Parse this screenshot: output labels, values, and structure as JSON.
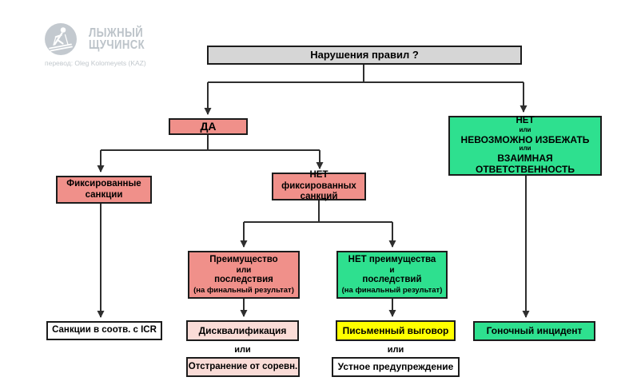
{
  "watermark": {
    "brand_line1": "ЛЫЖНЫЙ",
    "brand_line2": "ЩУЧИНСК",
    "credit": "перевод: Oleg Kolomeyets (KAZ)"
  },
  "colors": {
    "question_fill": "#d6d6d6",
    "yes_fill": "#f0908a",
    "pale_pink_fill": "#fadcd7",
    "green_fill": "#2ee08f",
    "yellow_fill": "#ffff00",
    "white_fill": "#ffffff",
    "border": "#1c1c1c",
    "line": "#2e2e2e",
    "watermark_gray": "#c3c9cf"
  },
  "flowchart": {
    "root": {
      "label": "Нарушения правил ?"
    },
    "yes": {
      "label": "ДА"
    },
    "no": {
      "lines": [
        "НЕТ",
        "или",
        "НЕВОЗМОЖНО ИЗБЕЖАТЬ",
        "или",
        "ВЗАИМНАЯ ОТВЕТСТВЕННОСТЬ"
      ]
    },
    "fixed_sanctions": {
      "lines": [
        "Фиксированные",
        "санкции"
      ]
    },
    "no_fixed_sanctions": {
      "lines": [
        "НЕТ фиксированных",
        "санкций"
      ]
    },
    "advantage": {
      "lines": [
        "Преимущество",
        "или",
        "последствия",
        "(на финальный результат)"
      ]
    },
    "no_advantage": {
      "lines": [
        "НЕТ преимущества",
        "и",
        "последствий",
        "(на финальный результат)"
      ]
    },
    "icr_sanctions": {
      "label": "Санкции в соотв. с ICR"
    },
    "disqualification": {
      "label": "Дисквалификация"
    },
    "or_left": "или",
    "suspension": {
      "label": "Отстранение от соревн."
    },
    "written_reprimand": {
      "label": "Письменный выговор"
    },
    "or_right": "или",
    "verbal_warning": {
      "label": "Устное предупреждение"
    },
    "racing_incident": {
      "label": "Гоночный инцидент"
    }
  }
}
